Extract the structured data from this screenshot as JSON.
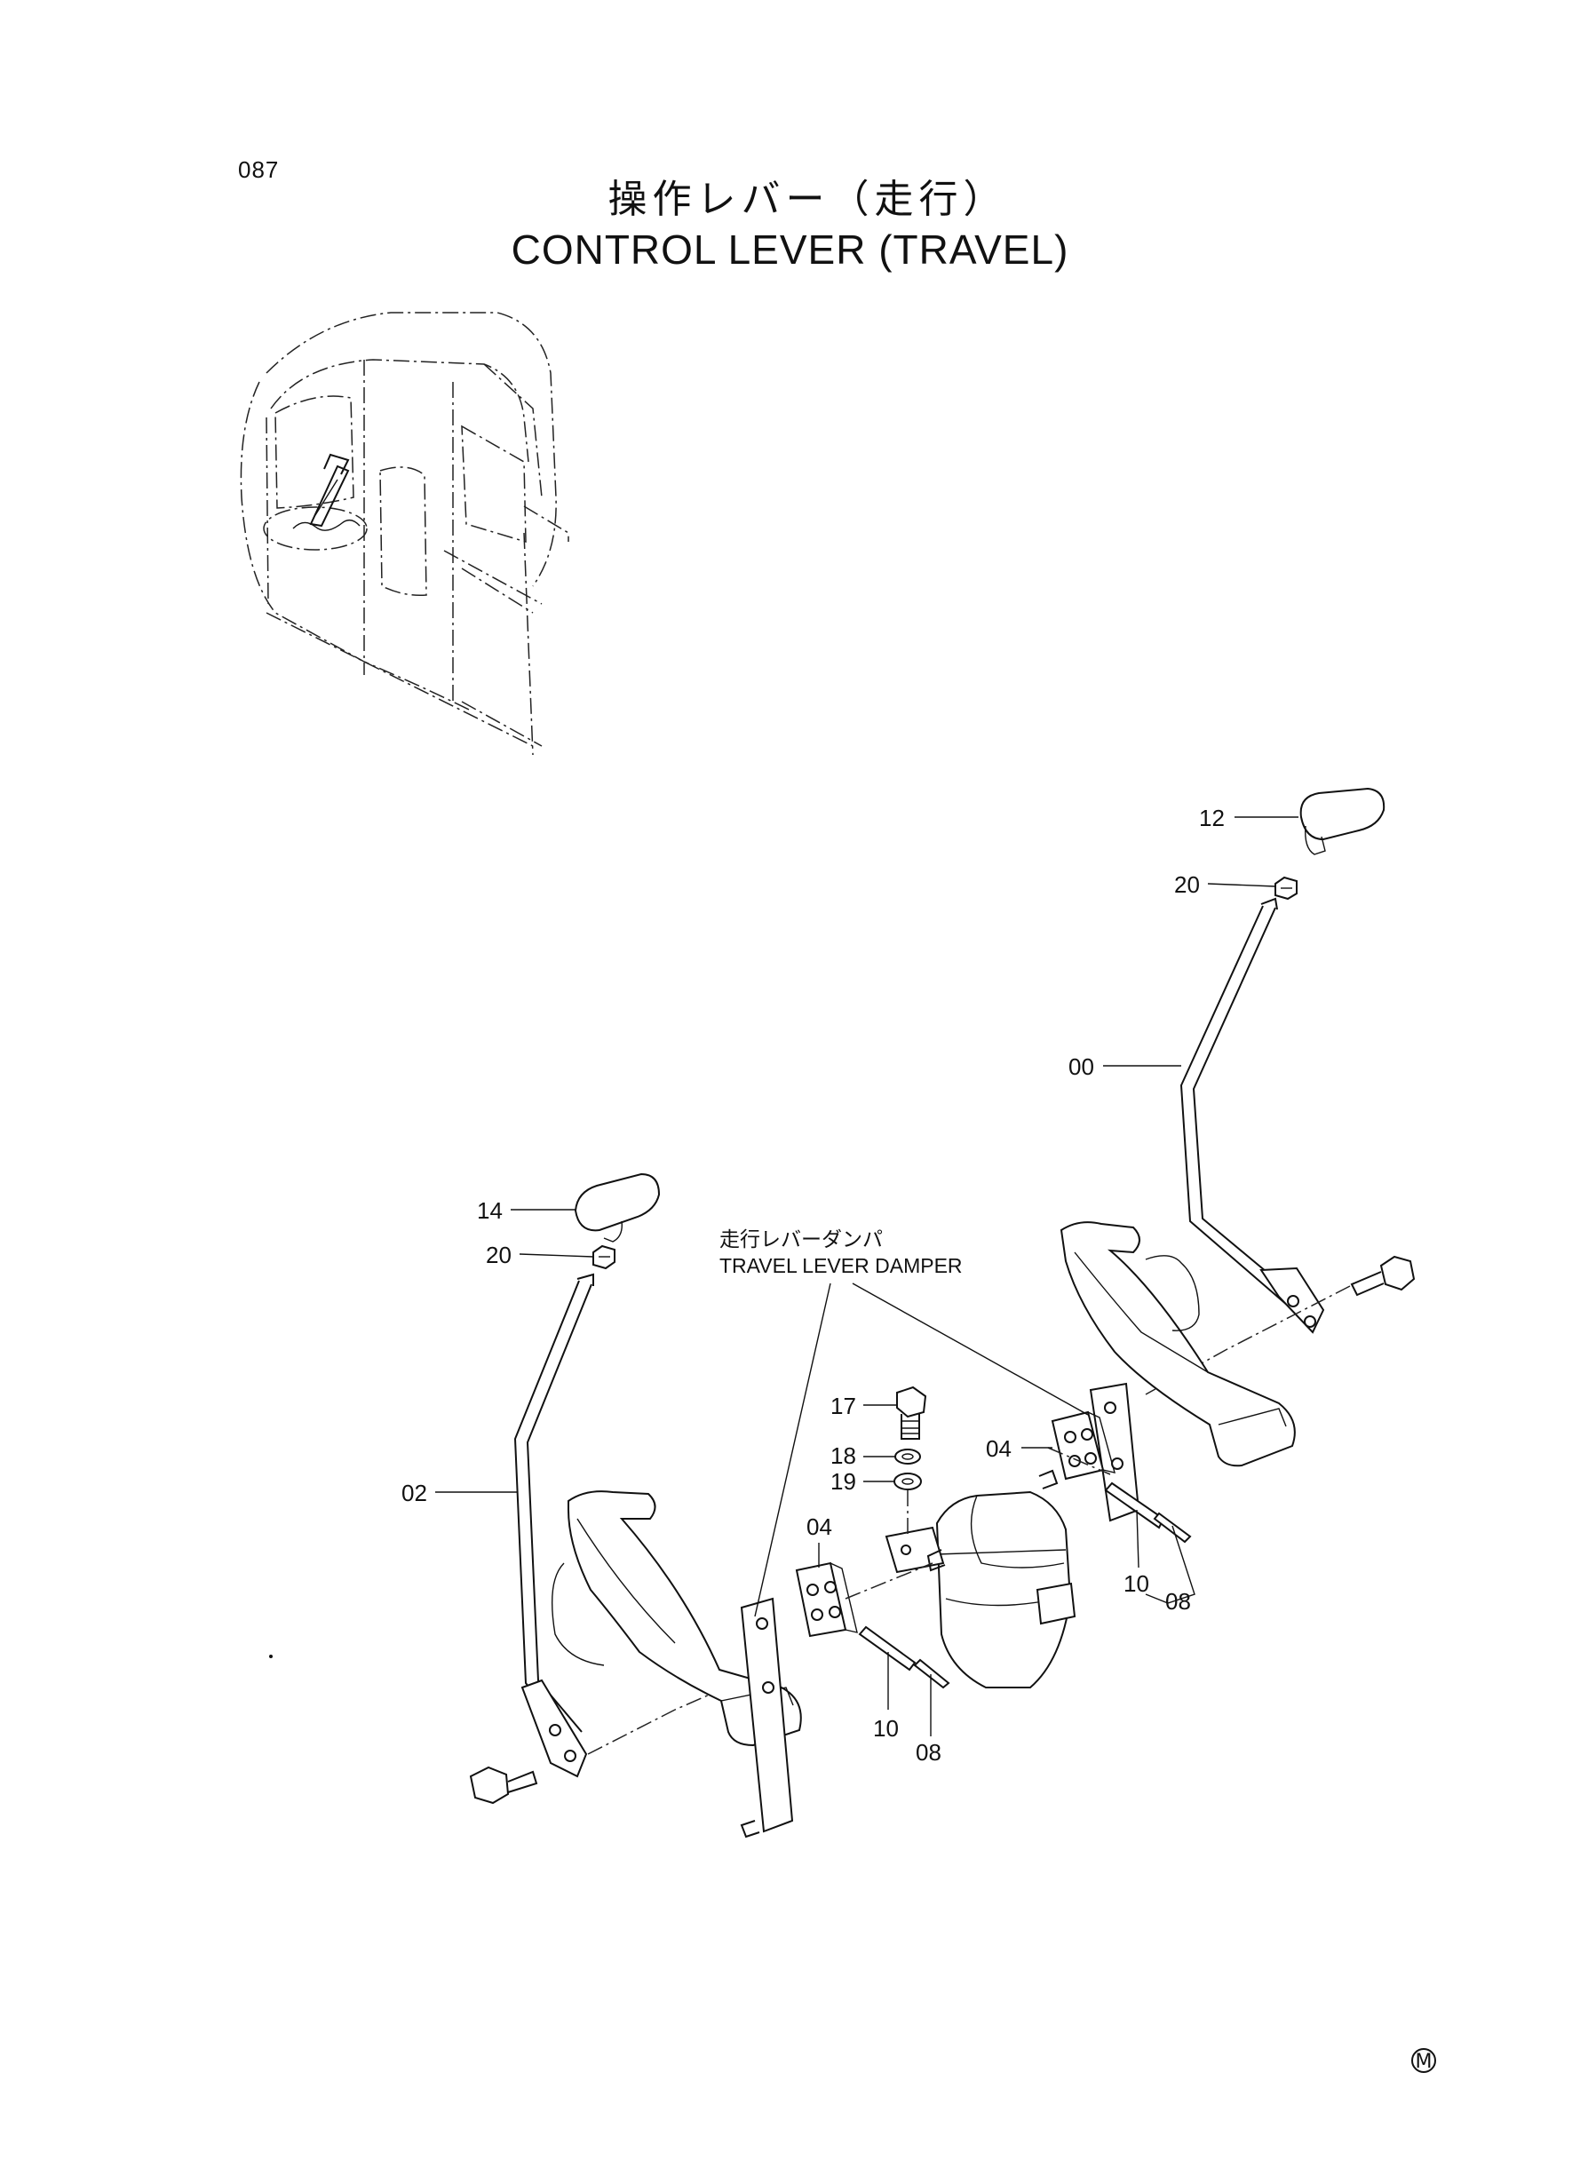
{
  "page": {
    "number": "087",
    "title_jp": "操作レバー（走行）",
    "title_en": "CONTROL LEVER (TRAVEL)"
  },
  "note": {
    "label_jp": "走行レバーダンパ",
    "label_en": "TRAVEL LEVER DAMPER"
  },
  "callouts": {
    "c12": "12",
    "c20_right": "20",
    "c00": "00",
    "c14": "14",
    "c20_left": "20",
    "c02": "02",
    "c17": "17",
    "c18": "18",
    "c19": "19",
    "c04_right": "04",
    "c04_left": "04",
    "c10_right": "10",
    "c08_right": "08",
    "c10_left": "10",
    "c08_left": "08"
  },
  "mark": "M"
}
